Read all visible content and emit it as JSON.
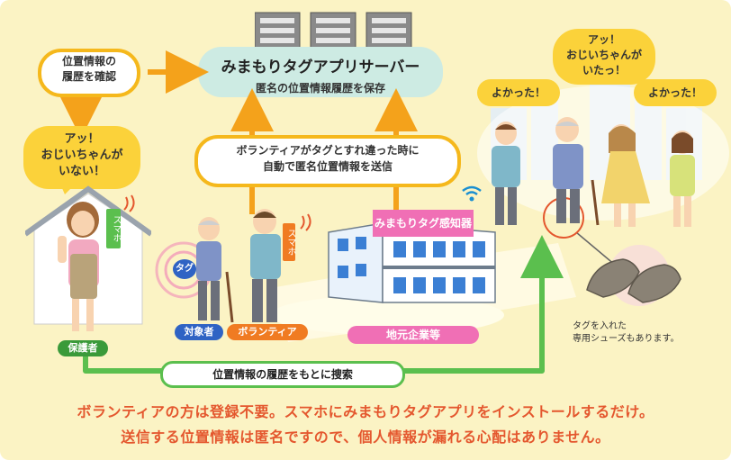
{
  "server": {
    "title": "みまもりタグアプリサーバー",
    "subtitle": "匿名の位置情報履歴を保存"
  },
  "history_check": {
    "line1": "位置情報の",
    "line2": "履歴を確認"
  },
  "guardian_alert": {
    "line1": "アッ！",
    "line2": "おじいちゃんが",
    "line3": "いない！"
  },
  "volunteer_note": {
    "line1": "ボランティアがタグとすれ違った時に",
    "line2": "自動で匿名位置情報を送信"
  },
  "detector": {
    "label": "みまもりタグ感知器"
  },
  "labels": {
    "smartphone_guardian": "スマホ",
    "smartphone_volunteer": "スマホ",
    "tag": "タグ",
    "target_person": "対象者",
    "volunteer": "ボランティア",
    "local_business": "地元企業等",
    "guardian": "保護者"
  },
  "search": {
    "label": "位置情報の履歴をもとに捜索"
  },
  "found": {
    "yokatta_left": "よかった！",
    "found_line1": "アッ！",
    "found_line2": "おじいちゃんが",
    "found_line3": "いたっ！",
    "yokatta_right": "よかった！"
  },
  "shoes_note": {
    "line1": "タグを入れた",
    "line2": "専用シューズもあります。"
  },
  "footer": {
    "line1": "ボランティアの方は登録不要。スマホにみまもりタグアプリをインストールするだけ。",
    "line2": "送信する位置情報は匿名ですので、個人情報が漏れる心配はありません。"
  },
  "colors": {
    "background": "#fbf3c4",
    "bubble_yellow": "#fbd23a",
    "server_box": "#cdebe3",
    "green_arrow": "#5bbf4e",
    "detector_pink": "#f06fb5",
    "footer_text": "#e4572e",
    "target_blue": "#2f63c4",
    "volunteer_orange": "#f07b22"
  }
}
